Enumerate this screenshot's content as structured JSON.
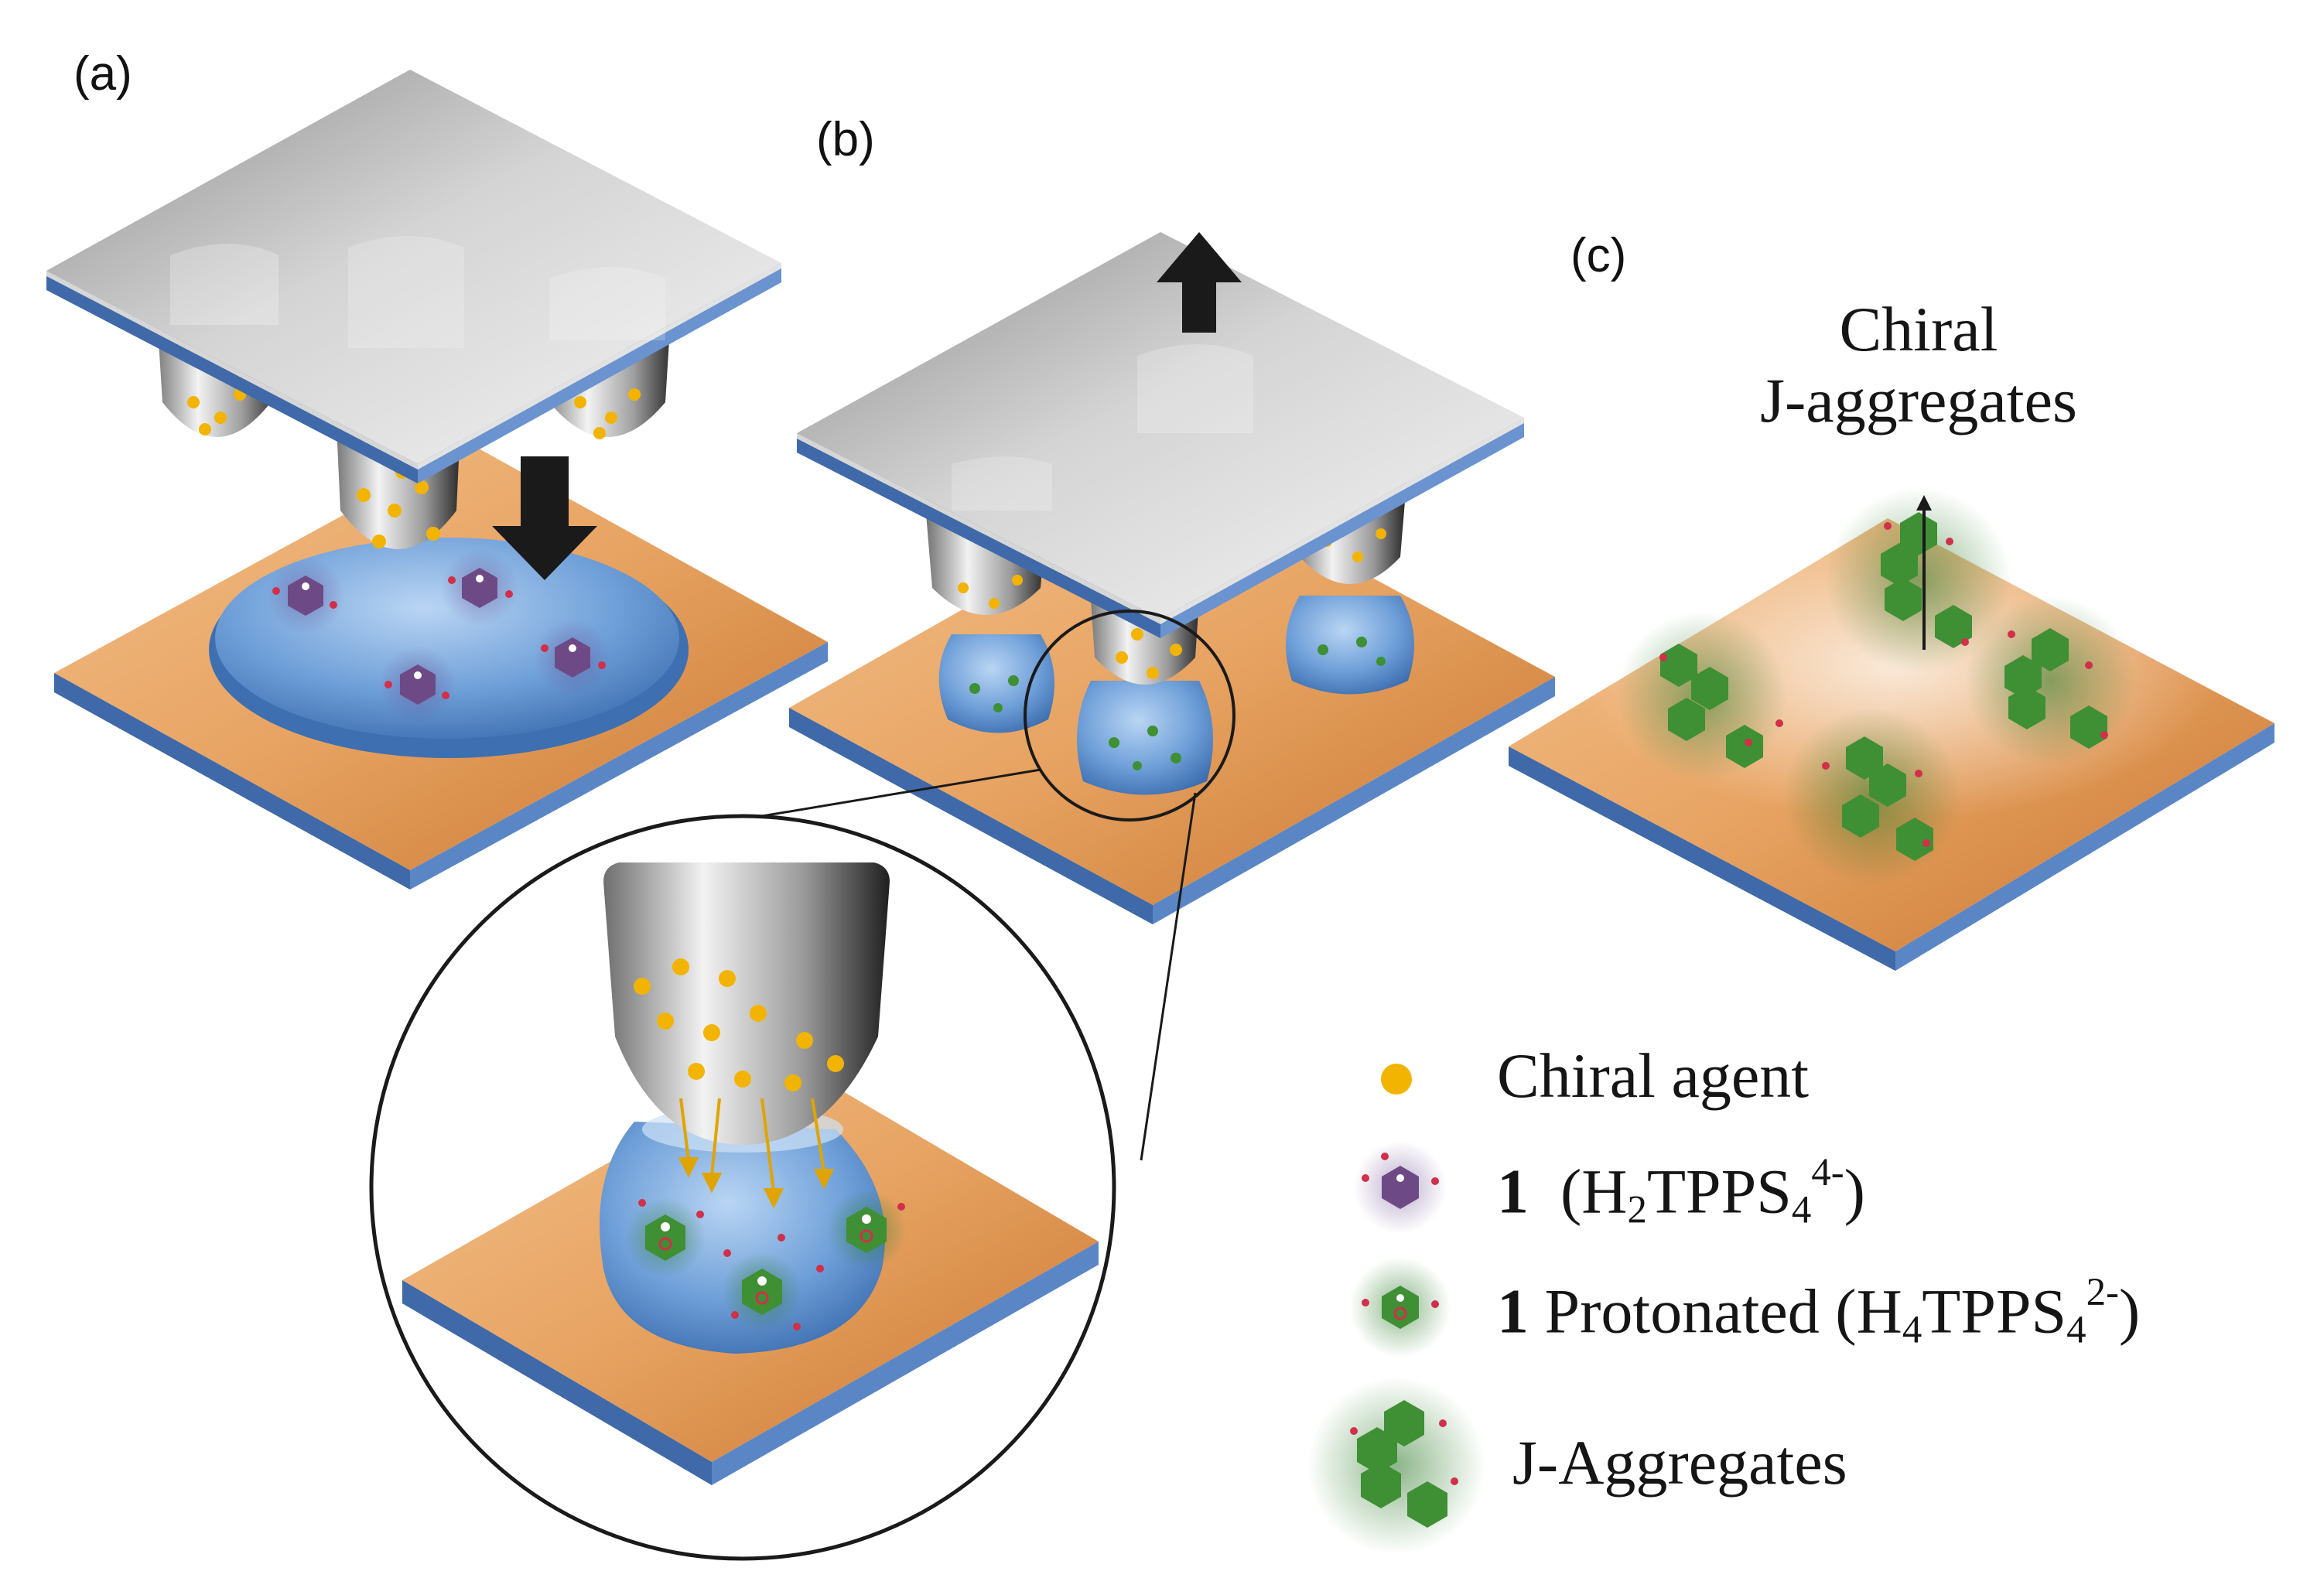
{
  "labels": {
    "a": "(a)",
    "b": "(b)",
    "c": "(c)"
  },
  "chiral_title": {
    "line1": "Chiral",
    "line2": "J-aggregates"
  },
  "legend": {
    "chiral_agent": "Chiral agent",
    "h2tpps": {
      "number": "1",
      "prefix": "(H",
      "sub1": "2",
      "mid": "TPPS",
      "sub2": "4",
      "sup": "4-",
      "suffix": ")"
    },
    "h4tpps": {
      "number": "1",
      "word": "Protonated",
      "prefix": "(H",
      "sub1": "4",
      "mid": "TPPS",
      "sub2": "4",
      "sup": "2-",
      "suffix": ")"
    },
    "j_aggregates": "J-Aggregates"
  },
  "colors": {
    "substrate_top": "#e9a766",
    "substrate_edge": "#4a76b8",
    "stamp_glass": "#c9c9c9",
    "droplet": "#7aa8de",
    "chiral_agent": "#f2b400",
    "porphyrin_purple": "#6d4a86",
    "porphyrin_green": "#3f8f35",
    "arrow": "#1a1a1a"
  }
}
